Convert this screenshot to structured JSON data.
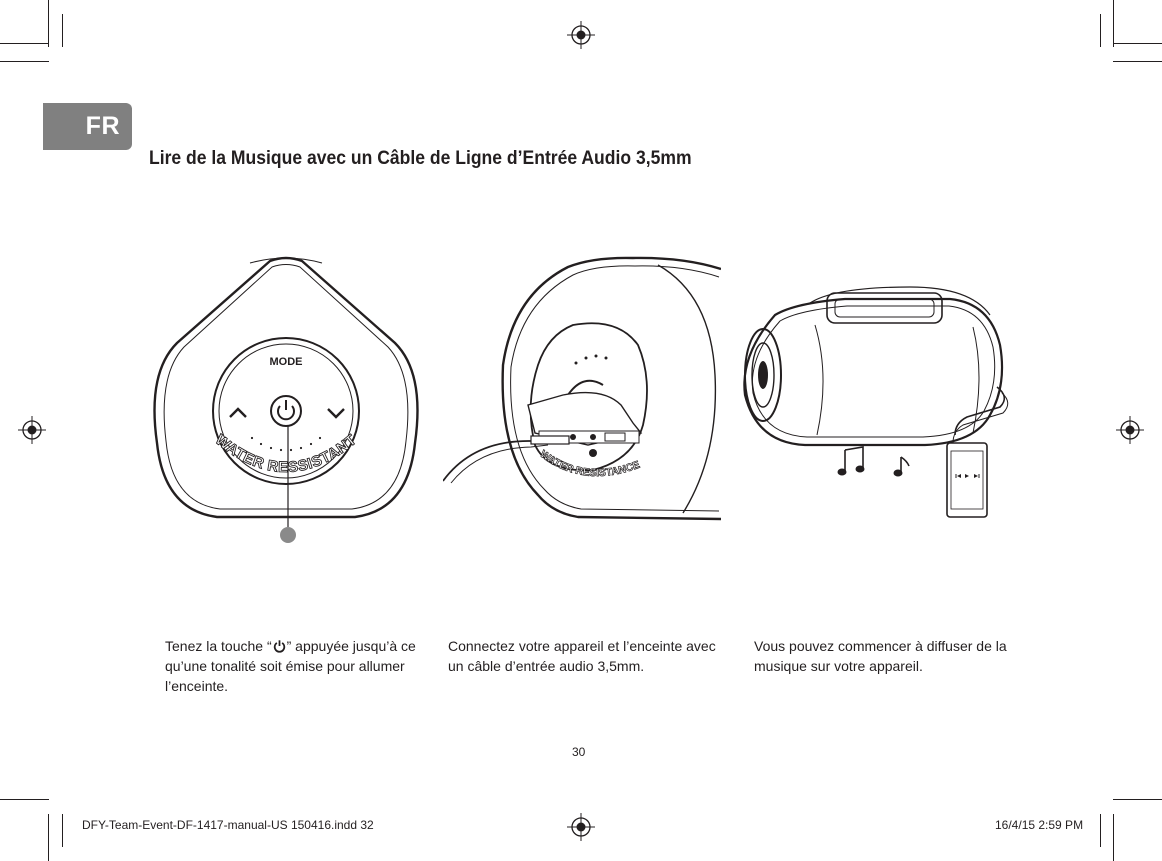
{
  "language_tab": "FR",
  "title": "Lire de la Musique avec un Câble de Ligne d’Entrée Audio 3,5mm",
  "speaker_labels": {
    "mode": "MODE",
    "water_resistant_1": "WATER RESSISTANT",
    "water_resistant_2": "WATER RESISTANCE"
  },
  "steps": [
    {
      "before_icon": "Tenez la touche “",
      "after_icon": "” appuyée jusqu’à ce qu’une tonalité soit émise pour allumer l’enceinte."
    },
    {
      "text": "Connectez votre appareil et l’enceinte avec un câble d’entrée audio 3,5mm."
    },
    {
      "text": "Vous pouvez commencer à diffuser de la musique sur votre appareil."
    }
  ],
  "page_number": "30",
  "footer": {
    "file": "DFY-Team-Event-DF-1417-manual-US 150416.indd   32",
    "datetime": "16/4/15   2:59 PM"
  },
  "icons": [
    "power-icon",
    "registration-mark-icon",
    "music-note-icon",
    "phone-icon"
  ],
  "colors": {
    "tab": "#808080",
    "ink": "#231f20"
  }
}
